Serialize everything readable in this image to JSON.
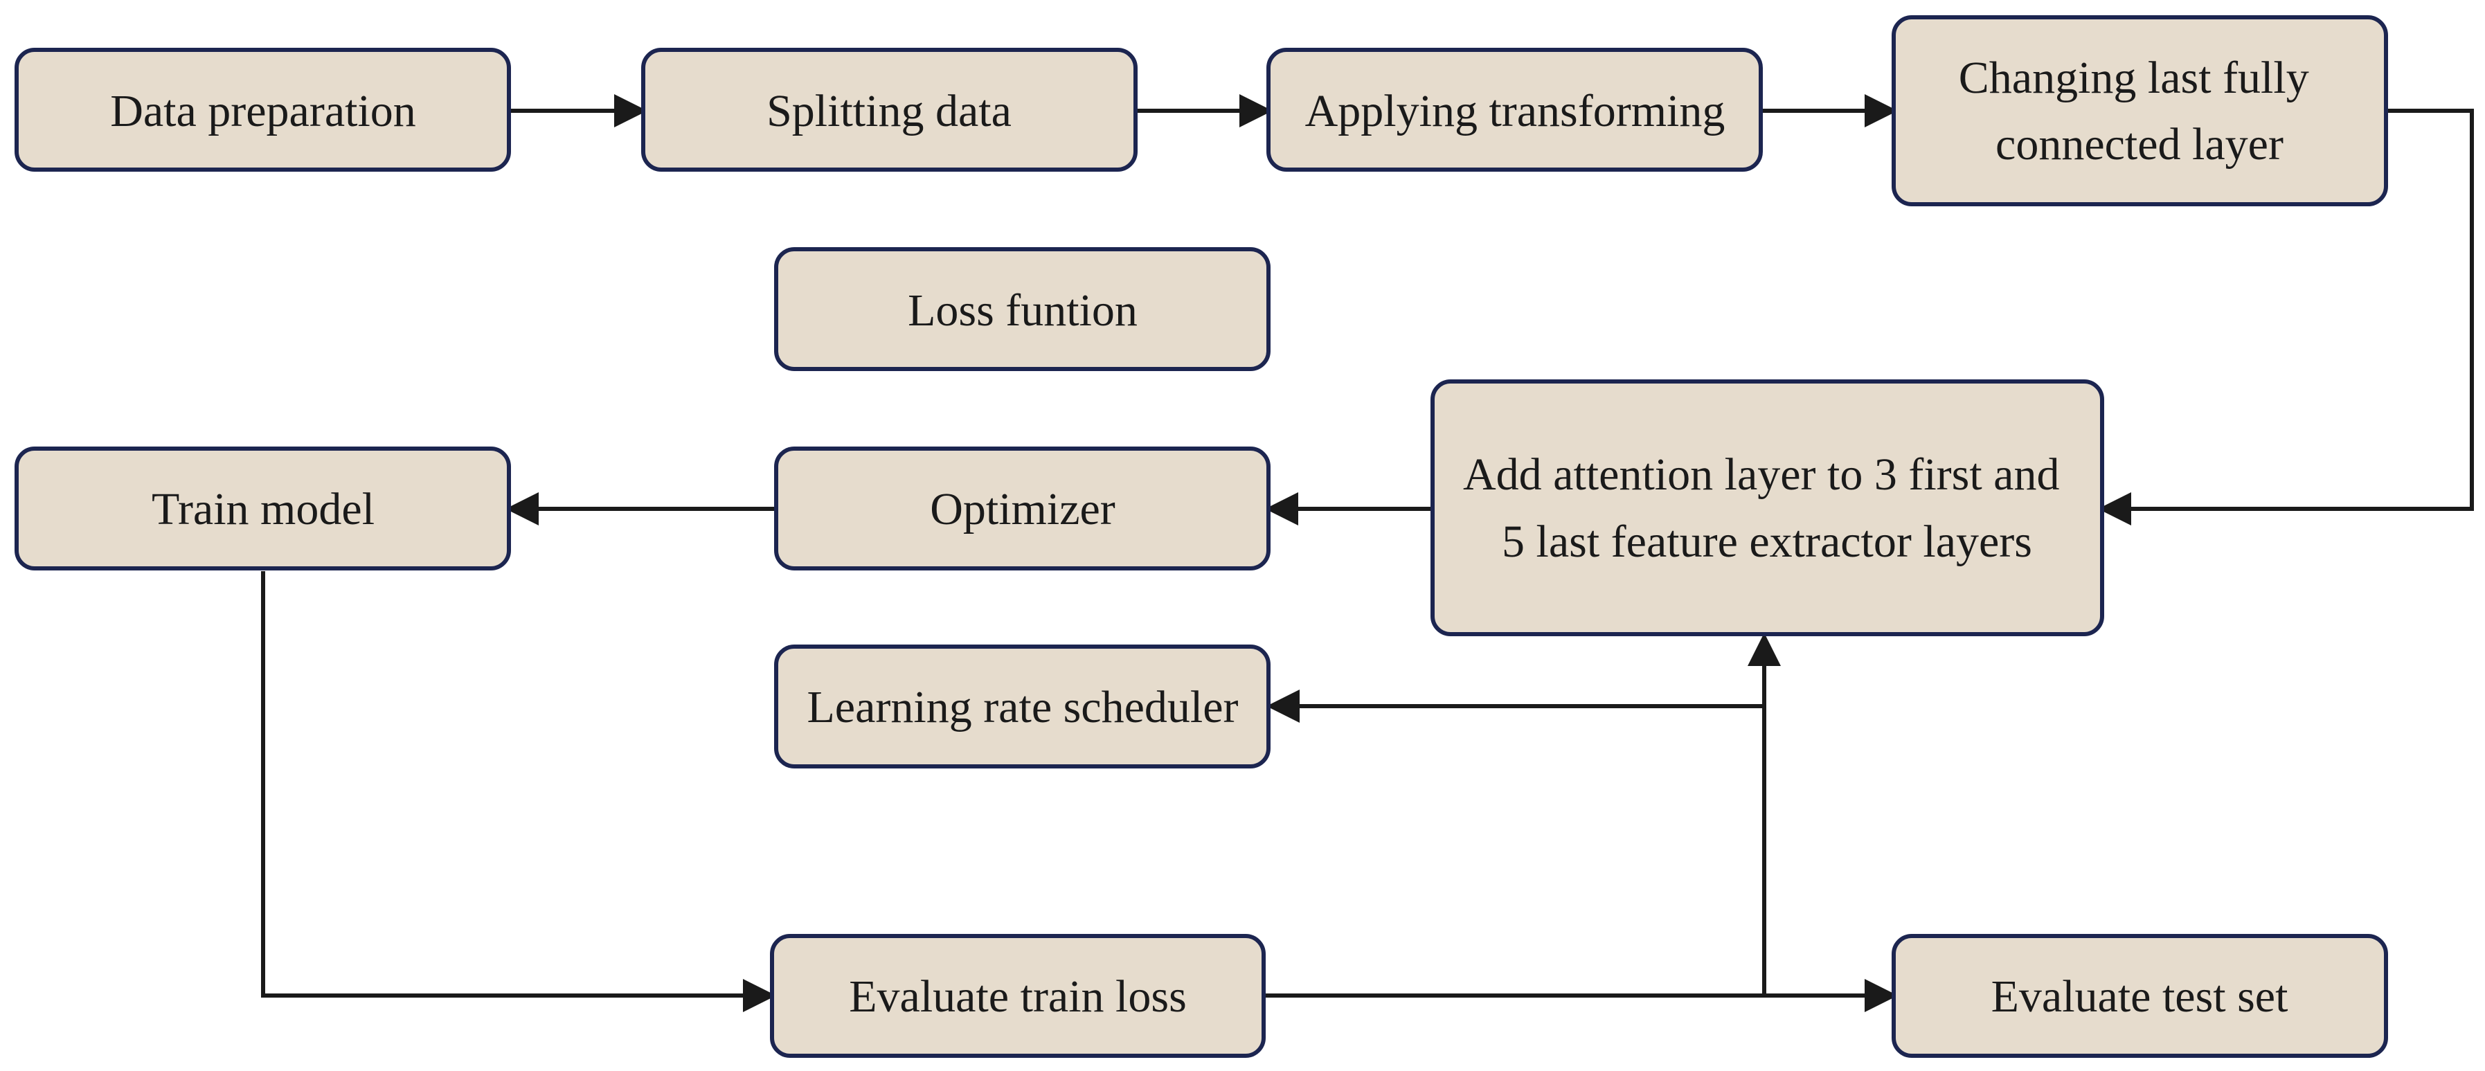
{
  "diagram": {
    "nodes": {
      "data_preparation": [
        "Data preparation"
      ],
      "splitting_data": [
        "Splitting data"
      ],
      "applying_transforming": [
        "Applying transforming"
      ],
      "changing_last_fc": [
        "Changing last fully",
        "connected layer"
      ],
      "loss_function": [
        "Loss funtion"
      ],
      "attention_layer": [
        "Add attention layer to 3 first and",
        "5 last feature extractor layers"
      ],
      "optimizer": [
        "Optimizer"
      ],
      "train_model": [
        "Train model"
      ],
      "lr_scheduler": [
        "Learning rate scheduler"
      ],
      "evaluate_train_loss": [
        "Evaluate train loss"
      ],
      "evaluate_test_set": [
        "Evaluate test set"
      ]
    },
    "edges": [
      {
        "from": "data_preparation",
        "to": "splitting_data"
      },
      {
        "from": "splitting_data",
        "to": "applying_transforming"
      },
      {
        "from": "applying_transforming",
        "to": "changing_last_fc"
      },
      {
        "from": "changing_last_fc",
        "to": "attention_layer"
      },
      {
        "from": "attention_layer",
        "to": "optimizer"
      },
      {
        "from": "optimizer",
        "to": "train_model"
      },
      {
        "from": "train_model",
        "to": "evaluate_train_loss"
      },
      {
        "from": "evaluate_train_loss",
        "to": "evaluate_test_set"
      },
      {
        "from": "evaluate_train_loss",
        "to": "attention_layer"
      },
      {
        "from": "evaluate_train_loss",
        "to": "lr_scheduler"
      }
    ],
    "colors": {
      "box_fill": "#e6dccd",
      "box_border": "#1c2550",
      "arrow": "#1a1a1a",
      "text": "#1a1a1a"
    }
  }
}
